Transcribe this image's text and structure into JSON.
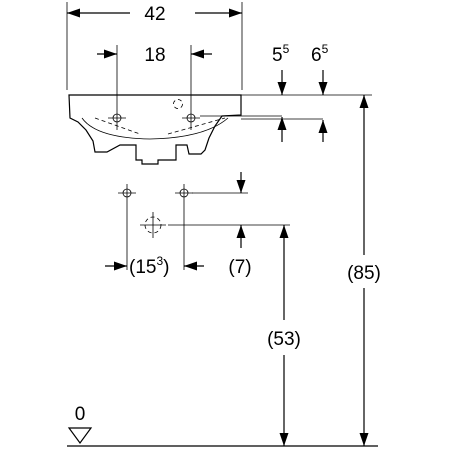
{
  "dimensions": {
    "width_total": "42",
    "tap_spacing": "18",
    "rim_a": {
      "base": "5",
      "sup": "5"
    },
    "rim_b": {
      "base": "6",
      "sup": "5"
    },
    "trap_spacing": {
      "open": "(",
      "base": "15",
      "sup": "3",
      "close": ")"
    },
    "trap_offset": "(7)",
    "rim_height": "(85)",
    "trap_height": "(53)",
    "floor_level": "0"
  }
}
